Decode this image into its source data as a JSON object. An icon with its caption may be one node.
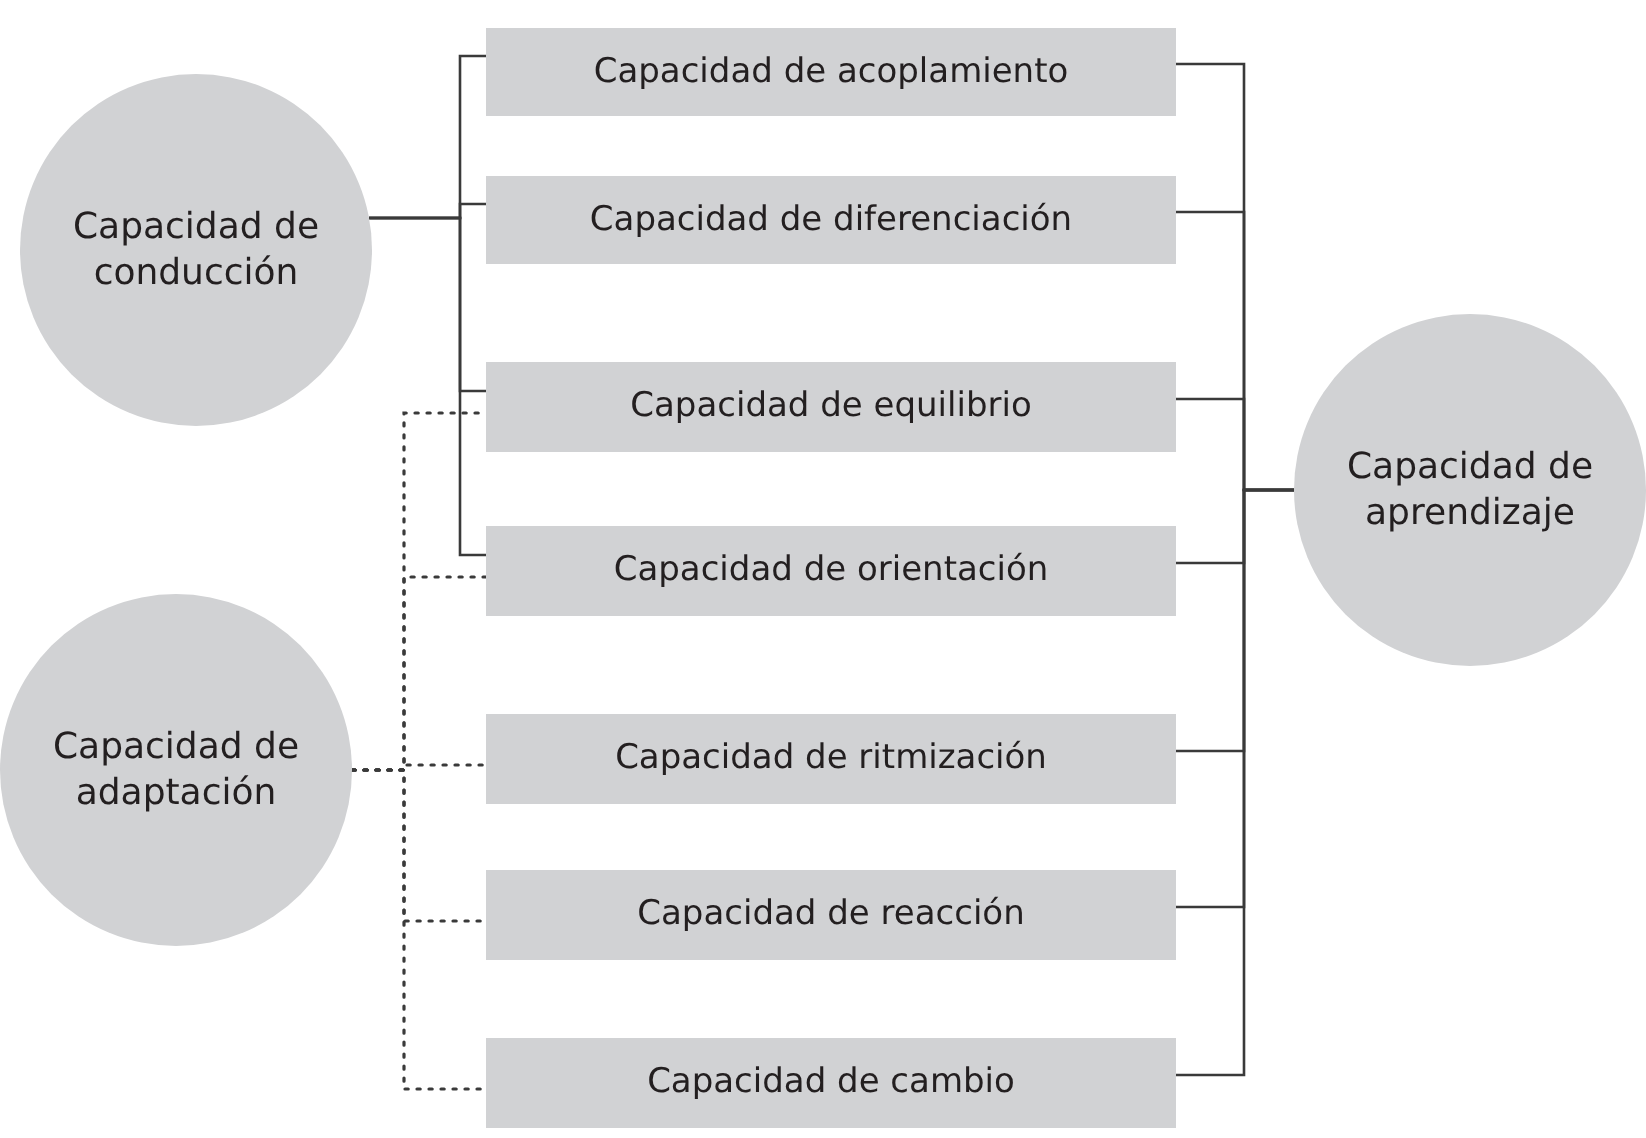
{
  "diagram": {
    "nodes": [
      {
        "text": [
          "Capacidad de conducción"
        ]
      },
      {
        "text": [
          "Capacidad de adaptación"
        ]
      },
      {
        "text": [
          "Capacidad de acoplamiento"
        ]
      },
      {
        "text": [
          "Capacidad de diferenciación"
        ]
      },
      {
        "text": [
          "Capacidad de equilibrio"
        ]
      },
      {
        "text": [
          "Capacidad de orientación"
        ]
      },
      {
        "text": [
          "Capacidad de ritmización"
        ]
      },
      {
        "text": [
          "Capacidad de reacción"
        ]
      },
      {
        "text": [
          "Capacidad de cambio"
        ]
      },
      {
        "text": [
          "Capacidad de aprendizaje"
        ]
      }
    ],
    "edges": [
      {
        "from": 0,
        "to": 2,
        "arrow": "none"
      },
      {
        "from": 0,
        "to": 3,
        "arrow": "none"
      },
      {
        "from": 0,
        "to": 4,
        "arrow": "none"
      },
      {
        "from": 0,
        "to": 5,
        "arrow": "none"
      },
      {
        "from": 1,
        "to": 4,
        "arrow": "none",
        "style": "dashed"
      },
      {
        "from": 1,
        "to": 5,
        "arrow": "none",
        "style": "dashed"
      },
      {
        "from": 1,
        "to": 6,
        "arrow": "none",
        "style": "dashed"
      },
      {
        "from": 1,
        "to": 7,
        "arrow": "none",
        "style": "dashed"
      },
      {
        "from": 1,
        "to": 8,
        "arrow": "none",
        "style": "dashed"
      },
      {
        "from": 2,
        "to": 9,
        "arrow": "none"
      },
      {
        "from": 3,
        "to": 9,
        "arrow": "none"
      },
      {
        "from": 4,
        "to": 9,
        "arrow": "none"
      },
      {
        "from": 5,
        "to": 9,
        "arrow": "none"
      },
      {
        "from": 6,
        "to": 9,
        "arrow": "none"
      },
      {
        "from": 7,
        "to": 9,
        "arrow": "none"
      },
      {
        "from": 8,
        "to": 9,
        "arrow": "none"
      }
    ]
  }
}
